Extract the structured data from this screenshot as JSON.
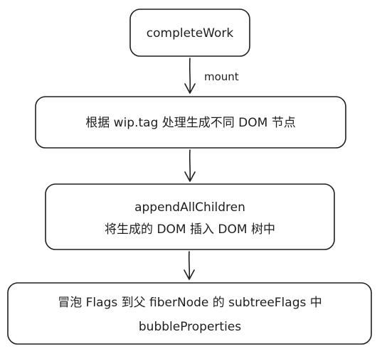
{
  "diagram": {
    "nodes": [
      {
        "id": "complete-work",
        "lines": [
          "completeWork"
        ]
      },
      {
        "id": "create-dom",
        "lines": [
          "根据 wip.tag 处理生成不同 DOM 节点"
        ]
      },
      {
        "id": "append-all-children",
        "lines": [
          "appendAllChildren",
          "将生成的 DOM 插入 DOM 树中"
        ]
      },
      {
        "id": "bubble-properties",
        "lines": [
          "冒泡 Flags 到父 fiberNode 的 subtreeFlags 中",
          "bubbleProperties"
        ]
      }
    ],
    "edges": [
      {
        "from": "complete-work",
        "to": "create-dom",
        "label": "mount"
      },
      {
        "from": "create-dom",
        "to": "append-all-children",
        "label": ""
      },
      {
        "from": "append-all-children",
        "to": "bubble-properties",
        "label": ""
      }
    ],
    "colors": {
      "stroke": "#1e1e1e",
      "fill": "#ffffff",
      "text": "#1e1e1e"
    }
  }
}
